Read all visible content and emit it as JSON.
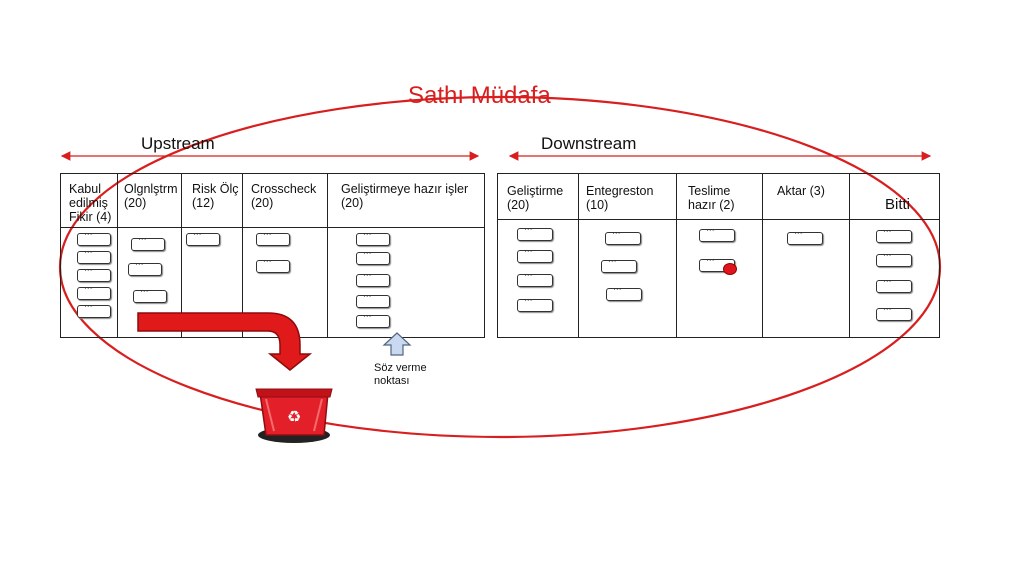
{
  "title": "Sathı Müdafa",
  "upstream": {
    "label": "Upstream"
  },
  "downstream": {
    "label": "Downstream"
  },
  "upstream_columns": [
    {
      "label": "Kabul edilmiş Fikir (4)"
    },
    {
      "label": "Olgnlştrm (20)"
    },
    {
      "label": "Risk Ölç (12)"
    },
    {
      "label": "Crosscheck (20)"
    },
    {
      "label": "Geliştirmeye hazır işler (20)"
    }
  ],
  "downstream_columns": [
    {
      "label": "Geliştirme (20)"
    },
    {
      "label": "Entegreston (10)"
    },
    {
      "label": "Teslime hazır (2)"
    },
    {
      "label": "Aktar (3)"
    },
    {
      "label": "Bitti"
    }
  ],
  "commitment_point": {
    "label": "Söz verme noktası"
  },
  "colors": {
    "accent": "#d81e1e",
    "board": "#222222"
  },
  "icons": {
    "bin": "recycle-bin-icon",
    "discard_arrow": "discard-arrow-icon",
    "pointer": "up-arrow-icon"
  }
}
